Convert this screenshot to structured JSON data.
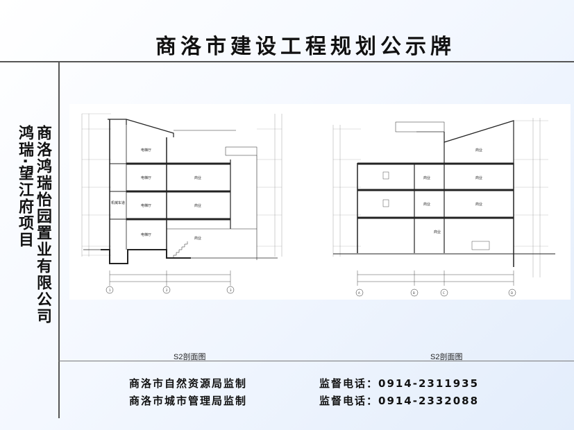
{
  "board_title": "商洛市建设工程规划公示牌",
  "company_name": "商洛鸿瑞怡园置业有限公司",
  "project_name": "鸿瑞·望江府项目",
  "drawings": [
    {
      "caption": "S2剖面图",
      "room_labels": [
        "电梯厅",
        "电梯厅",
        "电梯厅",
        "电梯厅",
        "商业",
        "商业",
        "商业",
        "机械车道"
      ],
      "axis_labels": [
        "1",
        "2",
        "3"
      ]
    },
    {
      "caption": "S2剖面图",
      "room_labels": [
        "商业",
        "商业",
        "商业",
        "商业",
        "商业",
        "商业"
      ],
      "axis_labels": [
        "A",
        "B",
        "C",
        "D"
      ]
    }
  ],
  "footer": {
    "supervisor_1": "商洛市自然资源局监制",
    "phone_1": "监督电话：0914-2311935",
    "supervisor_2": "商洛市城市管理局监制",
    "phone_2": "监督电话：0914-2332088"
  }
}
